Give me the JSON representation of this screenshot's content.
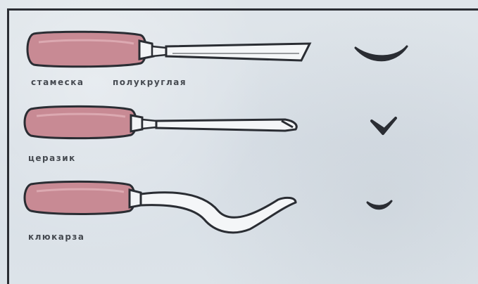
{
  "tools": [
    {
      "label_left": "стамеска",
      "label_right": "полукруглая"
    },
    {
      "label_left": "церазик"
    },
    {
      "label_left": "клюкарза"
    }
  ],
  "colors": {
    "handle": "#c88a94",
    "handle_shadow": "#9a5f6a",
    "metal": "#f4f6f8",
    "ink": "#2a2d33",
    "background": "#dce3e9"
  }
}
